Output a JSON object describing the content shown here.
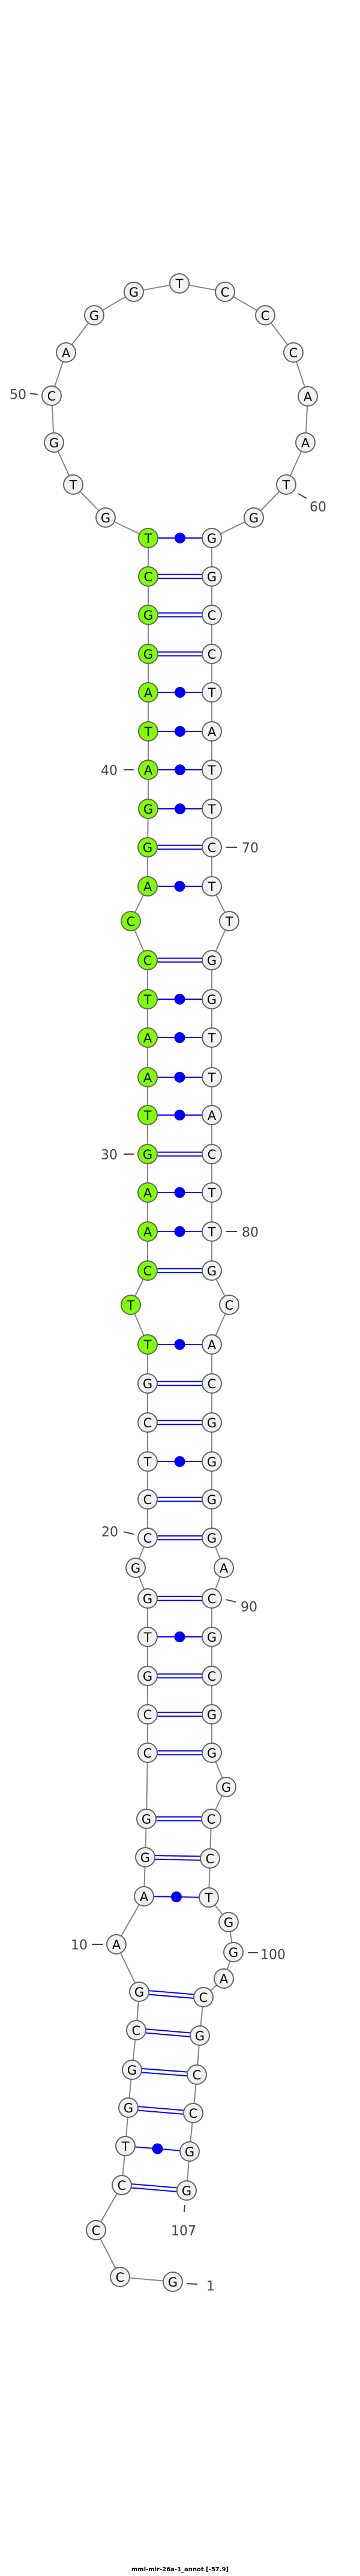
{
  "title": "mml-mir-26a-1_annot [-57.9]",
  "structure": {
    "sequence": [
      "G",
      "C",
      "C",
      "C",
      "T",
      "G",
      "G",
      "C",
      "G",
      "A",
      "A",
      "G",
      "G",
      "C",
      "C",
      "G",
      "T",
      "G",
      "G",
      "C",
      "C",
      "T",
      "C",
      "G",
      "T",
      "T",
      "C",
      "A",
      "A",
      "G",
      "T",
      "A",
      "A",
      "T",
      "C",
      "C",
      "A",
      "G",
      "G",
      "A",
      "T",
      "A",
      "G",
      "G",
      "C",
      "T",
      "G",
      "T",
      "G",
      "C",
      "A",
      "G",
      "G",
      "T",
      "C",
      "C",
      "C",
      "A",
      "A",
      "T",
      "G",
      "G",
      "G",
      "C",
      "C",
      "T",
      "A",
      "T",
      "T",
      "C",
      "T",
      "T",
      "G",
      "G",
      "T",
      "T",
      "A",
      "C",
      "T",
      "T",
      "G",
      "C",
      "A",
      "C",
      "G",
      "G",
      "G",
      "G",
      "A",
      "C",
      "G",
      "C",
      "G",
      "G",
      "G",
      "C",
      "C",
      "T",
      "G",
      "G",
      "A",
      "C",
      "G",
      "C",
      "C",
      "G",
      "G"
    ],
    "highlight_range": [
      25,
      46
    ],
    "pairs": [
      [
        4,
        107
      ],
      [
        5,
        106
      ],
      [
        6,
        105
      ],
      [
        7,
        104
      ],
      [
        8,
        103
      ],
      [
        9,
        102
      ],
      [
        11,
        98
      ],
      [
        12,
        97
      ],
      [
        13,
        96
      ],
      [
        14,
        94
      ],
      [
        15,
        93
      ],
      [
        16,
        92
      ],
      [
        17,
        91
      ],
      [
        18,
        90
      ],
      [
        20,
        88
      ],
      [
        21,
        87
      ],
      [
        22,
        86
      ],
      [
        23,
        85
      ],
      [
        24,
        84
      ],
      [
        25,
        83
      ],
      [
        27,
        81
      ],
      [
        28,
        80
      ],
      [
        29,
        79
      ],
      [
        30,
        78
      ],
      [
        31,
        77
      ],
      [
        32,
        76
      ],
      [
        33,
        75
      ],
      [
        34,
        74
      ],
      [
        35,
        73
      ],
      [
        37,
        71
      ],
      [
        38,
        70
      ],
      [
        39,
        69
      ],
      [
        40,
        68
      ],
      [
        41,
        67
      ],
      [
        42,
        66
      ],
      [
        43,
        65
      ],
      [
        44,
        64
      ],
      [
        45,
        63
      ],
      [
        46,
        62
      ]
    ],
    "position_labels": [
      "1",
      "10",
      "20",
      "30",
      "40",
      "50",
      "60",
      "70",
      "80",
      "90",
      "100",
      "107"
    ]
  },
  "colors": {
    "highlight_fill": "#80ff00",
    "default_fill": "#f2f2f2",
    "node_stroke": "#666666",
    "backbone": "#888888",
    "bond": "#0000ff"
  }
}
